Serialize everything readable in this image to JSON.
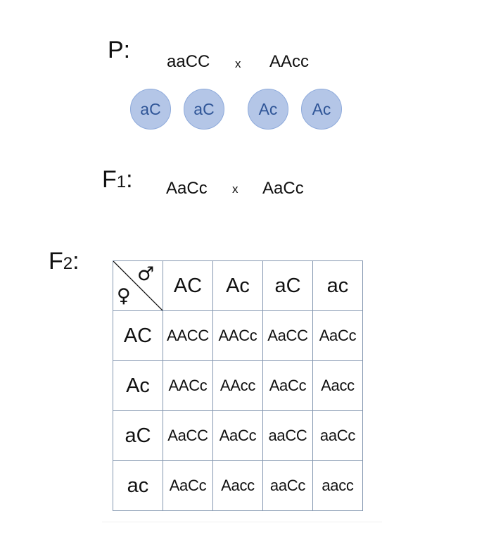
{
  "parental": {
    "label": "P:",
    "genotype_1": "aaCC",
    "cross": "x",
    "genotype_2": "AAcc",
    "gametes": [
      "aC",
      "aC",
      "Ac",
      "Ac"
    ]
  },
  "f1": {
    "label_letter": "F",
    "label_number": "1",
    "label_colon": ":",
    "genotype_1": "AaCc",
    "cross": "x",
    "genotype_2": "AaCc"
  },
  "f2": {
    "label_letter": "F",
    "label_number": "2",
    "label_colon": ":"
  },
  "punnett": {
    "male_symbol": "♂",
    "female_symbol": "♀",
    "column_headers": [
      "AC",
      "Ac",
      "aC",
      "ac"
    ],
    "rows": [
      {
        "header": "AC",
        "cells": [
          "AACC",
          "AACc",
          "AaCC",
          "AaCc"
        ]
      },
      {
        "header": "Ac",
        "cells": [
          "AACc",
          "AAcc",
          "AaCc",
          "Aacc"
        ]
      },
      {
        "header": "aC",
        "cells": [
          "AaCC",
          "AaCc",
          "aaCC",
          "aaCc"
        ]
      },
      {
        "header": "ac",
        "cells": [
          "AaCc",
          "Aacc",
          "aaCc",
          "aacc"
        ]
      }
    ]
  },
  "colors": {
    "gamete_fill": "#b4c6e7",
    "gamete_border": "#8eaadb",
    "gamete_text": "#2f5597",
    "grid_line": "#8497b0"
  }
}
